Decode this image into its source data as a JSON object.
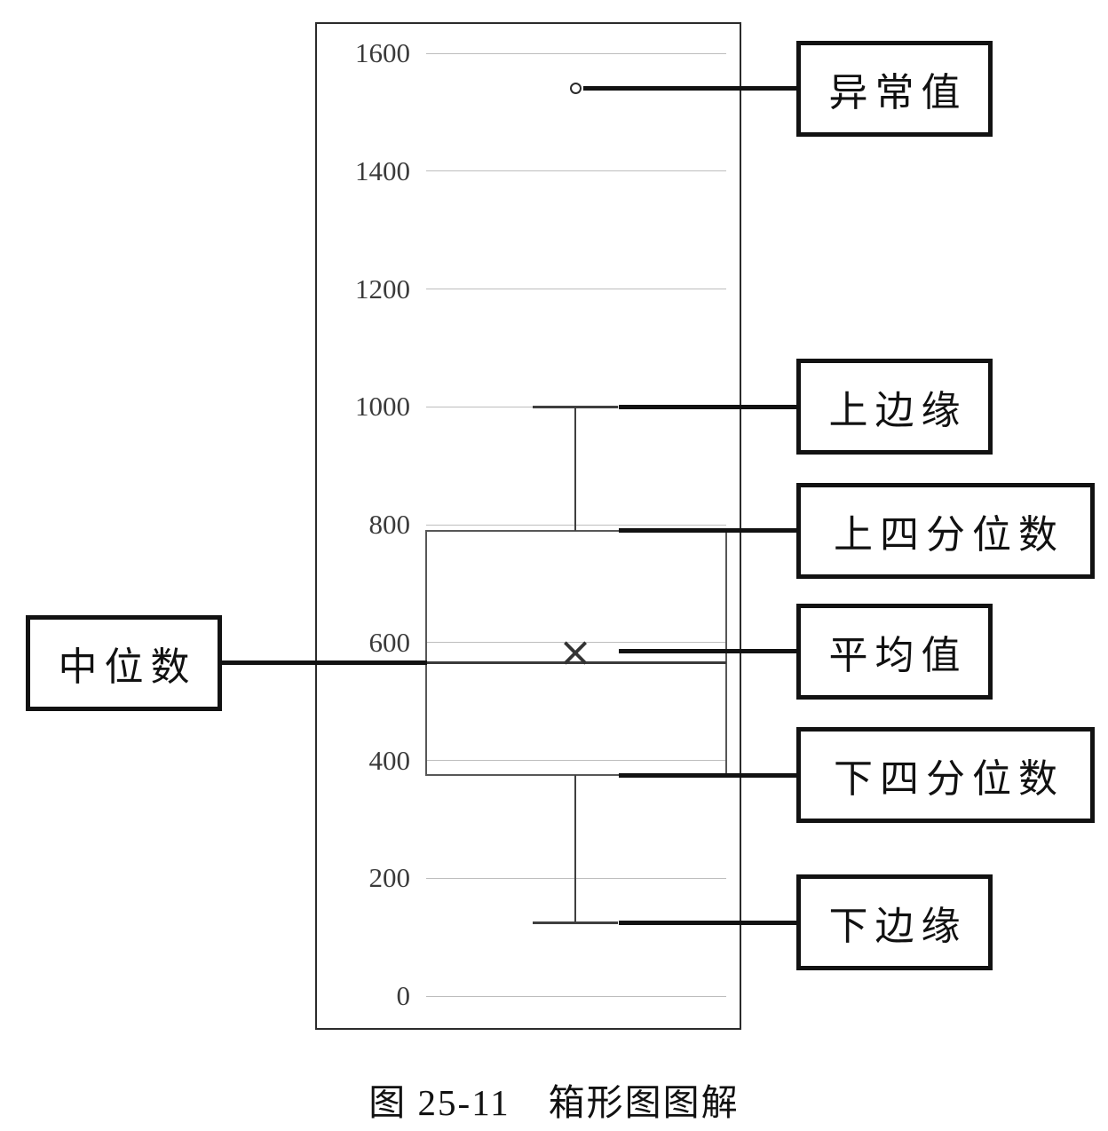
{
  "chart_data": {
    "type": "boxplot",
    "orientation": "vertical",
    "ylim": [
      0,
      1600
    ],
    "yticks": [
      0,
      200,
      400,
      600,
      800,
      1000,
      1200,
      1400,
      1600
    ],
    "grid": true,
    "mean_marker_symbol": "×",
    "box": {
      "outliers": [
        1540
      ],
      "upper_whisker": 1000,
      "q3": 790,
      "mean": 585,
      "median": 565,
      "q1": 375,
      "lower_whisker": 125
    },
    "annotations": [
      {
        "label": "异常值",
        "value": 1540,
        "side": "right"
      },
      {
        "label": "上边缘",
        "value": 1000,
        "side": "right"
      },
      {
        "label": "上四分位数",
        "value": 790,
        "side": "right"
      },
      {
        "label": "平均值",
        "value": 585,
        "side": "right"
      },
      {
        "label": "下四分位数",
        "value": 375,
        "side": "right"
      },
      {
        "label": "下边缘",
        "value": 125,
        "side": "right"
      },
      {
        "label": "中位数",
        "value": 565,
        "side": "left"
      }
    ]
  },
  "caption": "图 25-11　箱形图图解"
}
